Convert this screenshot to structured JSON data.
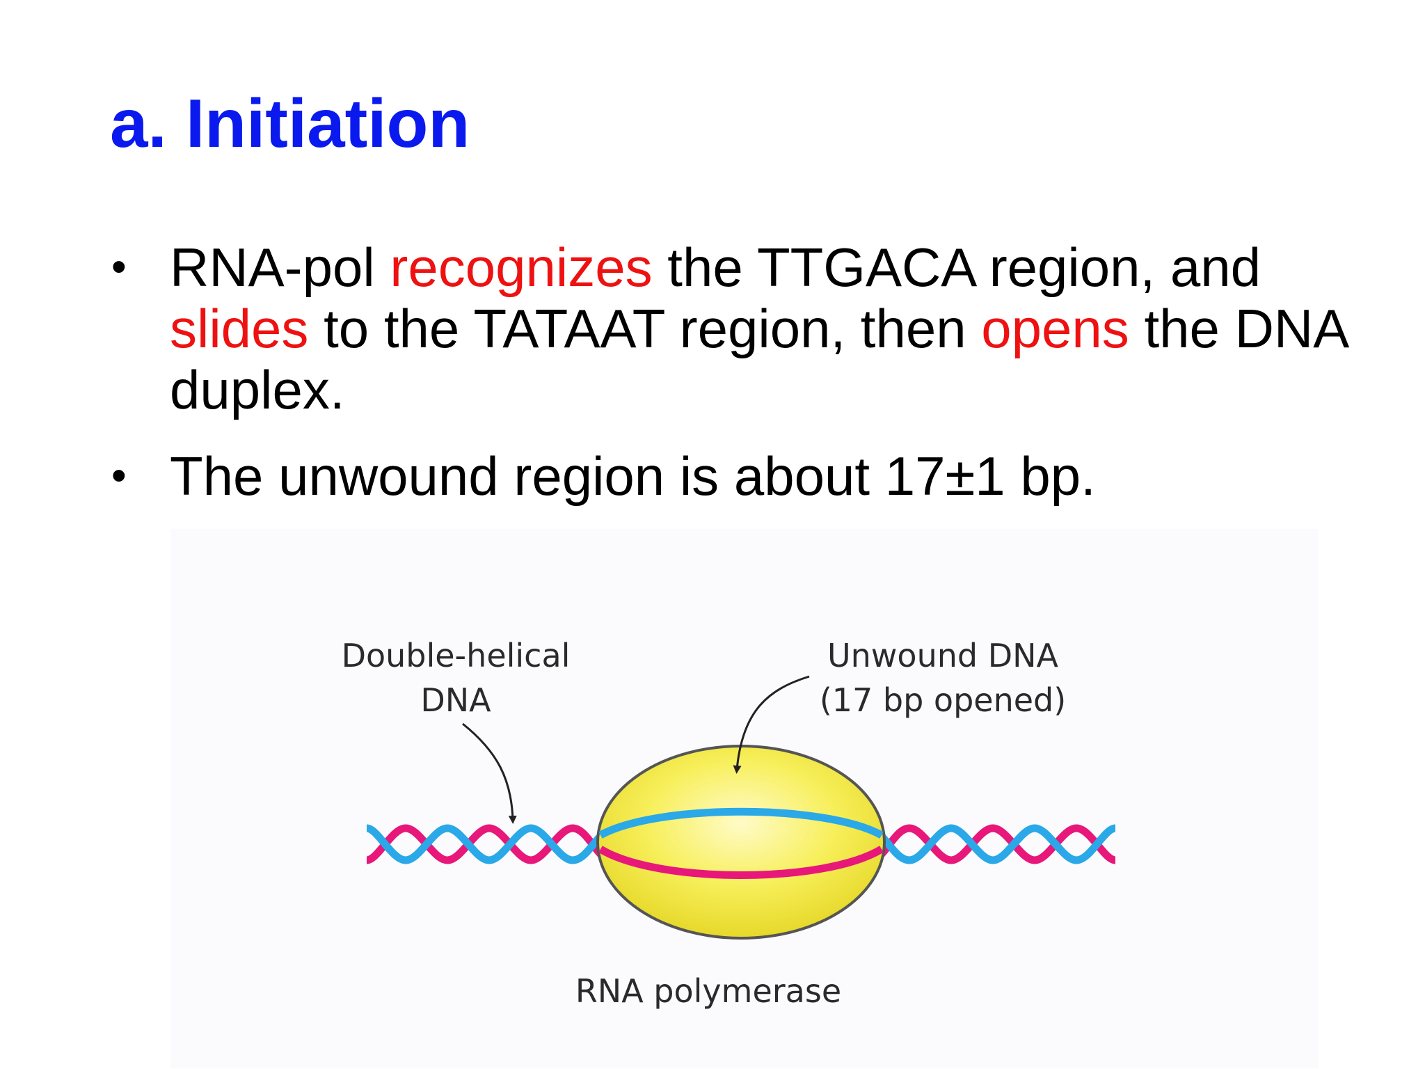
{
  "title": "a. Initiation",
  "bullets": [
    {
      "parts": [
        {
          "text": "RNA-pol ",
          "color": "#000000"
        },
        {
          "text": "recognizes",
          "color": "#ee1111"
        },
        {
          "text": " the TTGACA  region, and ",
          "color": "#000000"
        },
        {
          "text": "slides",
          "color": "#ee1111"
        },
        {
          "text": " to the TATAAT  region, then ",
          "color": "#000000"
        },
        {
          "text": "opens",
          "color": "#ee1111"
        },
        {
          "text": " the DNA duplex.",
          "color": "#000000"
        }
      ]
    },
    {
      "parts": [
        {
          "text": "The unwound region is about 17±1 bp.",
          "color": "#000000"
        }
      ]
    }
  ],
  "diagram": {
    "label_double_line1": "Double-helical",
    "label_double_line2": "DNA",
    "label_unwound_line1": "Unwound DNA",
    "label_unwound_line2": "(17 bp opened)",
    "label_polymerase": "RNA polymerase",
    "colors": {
      "strand_pink": "#e8177a",
      "strand_blue": "#2aa8e8",
      "polymerase_fill": "#f7ef5a",
      "polymerase_edge": "#555555"
    }
  }
}
